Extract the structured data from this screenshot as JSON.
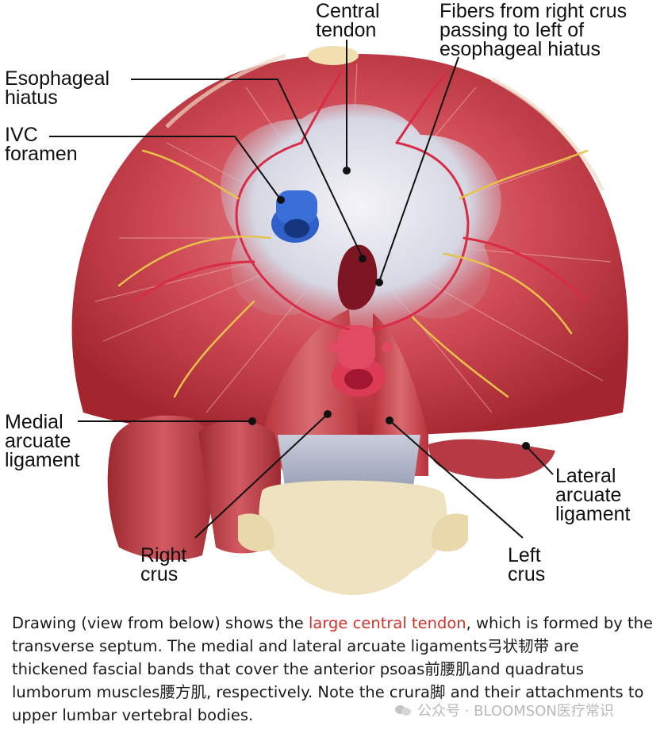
{
  "labels": {
    "central_tendon": [
      "Central",
      "tendon"
    ],
    "fibers_right_crus": [
      "Fibers from right crus",
      "passing to left of",
      "esophageal hiatus"
    ],
    "esophageal_hiatus": [
      "Esophageal",
      "hiatus"
    ],
    "ivc_foramen": [
      "IVC",
      "foramen"
    ],
    "medial_arcuate": [
      "Medial",
      "arcuate",
      "ligament"
    ],
    "lateral_arcuate": [
      "Lateral",
      "arcuate",
      "ligament"
    ],
    "right_crus": [
      "Right",
      "crus"
    ],
    "left_crus": [
      "Left",
      "crus"
    ]
  },
  "caption": {
    "part1": "Drawing (view from below) shows the ",
    "highlight": "large central tendon",
    "part2": ", which is formed by the transverse septum. The medial and lateral arcuate ligaments弓状韧带 are thickened fascial bands that cover the anterior psoas前腰肌and quadratus lumborum muscles腰方肌, respectively. Note the crura脚 and their attachments to upper lumbar vertebral bodies."
  },
  "watermark": "公众号 · BLOOMSON医疗常识",
  "colors": {
    "muscle": "#c2424a",
    "tendon": "#d9dbe6",
    "artery": "#d82b45",
    "ivc": "#2f5fc8",
    "nerve": "#e7c24b",
    "bone": "#efe2bf"
  }
}
